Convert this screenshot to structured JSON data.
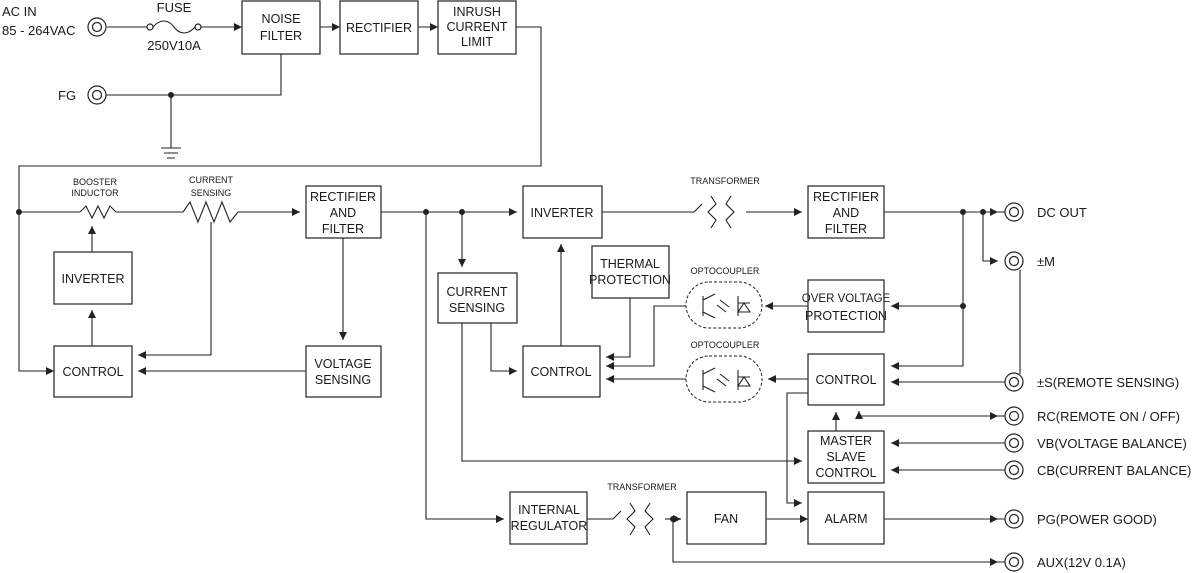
{
  "input": {
    "ac_in": "AC IN",
    "ac_range": "85 - 264VAC",
    "fg": "FG",
    "fuse": "FUSE",
    "fuse_rating": "250V10A"
  },
  "blocks": {
    "noise_filter": [
      "NOISE",
      "FILTER"
    ],
    "rectifier": [
      "RECTIFIER"
    ],
    "inrush": [
      "INRUSH",
      "CURRENT",
      "LIMIT"
    ],
    "booster_inductor": [
      "BOOSTER",
      "INDUCTOR"
    ],
    "current_sensing_small": [
      "CURRENT",
      "SENSING"
    ],
    "pfc_inverter": [
      "INVERTER"
    ],
    "pfc_control": [
      "CONTROL"
    ],
    "rectifier_filter_1": [
      "RECTIFIER",
      "AND",
      "FILTER"
    ],
    "voltage_sensing": [
      "VOLTAGE",
      "SENSING"
    ],
    "main_inverter": [
      "INVERTER"
    ],
    "current_sensing_main": [
      "CURRENT",
      "SENSING"
    ],
    "main_control": [
      "CONTROL"
    ],
    "thermal_protection": [
      "THERMAL",
      "PROTECTION"
    ],
    "transformer_main": "TRANSFORMER",
    "rectifier_filter_2": [
      "RECTIFIER",
      "AND",
      "FILTER"
    ],
    "optocoupler_1": "OPTOCOUPLER",
    "optocoupler_2": "OPTOCOUPLER",
    "over_voltage_protection": [
      "OVER VOLTAGE",
      "PROTECTION"
    ],
    "secondary_control": [
      "CONTROL"
    ],
    "master_slave_control": [
      "MASTER",
      "SLAVE",
      "CONTROL"
    ],
    "internal_regulator": [
      "INTERNAL",
      "REGULATOR"
    ],
    "transformer_aux": "TRANSFORMER",
    "fan": [
      "FAN"
    ],
    "alarm": [
      "ALARM"
    ]
  },
  "outputs": {
    "dc_out": "DC OUT",
    "m": "±M",
    "s": "±S(REMOTE SENSING)",
    "rc": "RC(REMOTE ON / OFF)",
    "vb": "VB(VOLTAGE BALANCE)",
    "cb": "CB(CURRENT BALANCE)",
    "pg": "PG(POWER GOOD)",
    "aux": "AUX(12V 0.1A)"
  }
}
